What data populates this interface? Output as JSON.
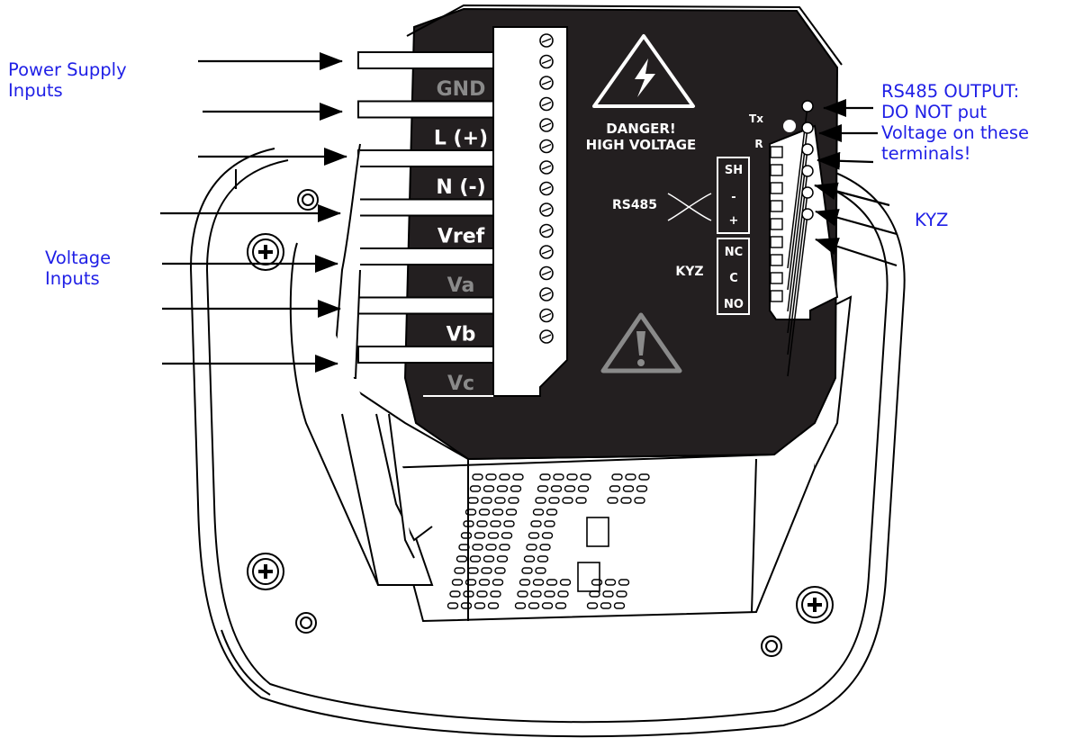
{
  "callouts": {
    "power_supply": [
      "Power Supply",
      "Inputs"
    ],
    "voltage": [
      "Voltage",
      "Inputs"
    ],
    "rs485_output": [
      "RS485 OUTPUT:",
      "DO NOT put",
      "Voltage on these",
      "terminals!"
    ],
    "kyz": "KYZ"
  },
  "terminals": {
    "left": [
      "GND",
      "L (+)",
      "N (-)",
      "Vref",
      "Va",
      "Vb",
      "Vc"
    ],
    "rs485_title": "RS485",
    "rs485_pins": [
      "SH",
      "-",
      "+"
    ],
    "kyz_title": "KYZ",
    "kyz_pins": [
      "NC",
      "C",
      "NO"
    ],
    "tx": "Tx",
    "rx": "R"
  },
  "warning": [
    "DANGER!",
    "HIGH VOLTAGE"
  ],
  "colors": {
    "callout_text": "#1f1fe6",
    "panel": "#231f20",
    "label_white": "#ffffff",
    "label_grey": "#8a8a8a",
    "outline": "#000000"
  }
}
